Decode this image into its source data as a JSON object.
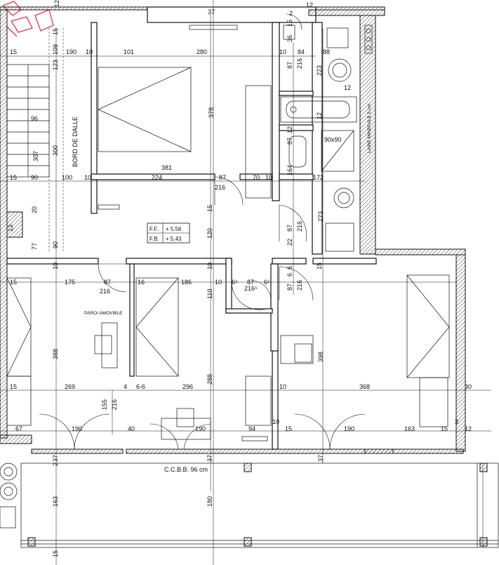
{
  "level_box": {
    "ff_label": "F.F.",
    "ff_value": "+ 5.56",
    "fb_label": "F.B.",
    "fb_value": "+ 5.43"
  },
  "labels": {
    "bord_de_dalle": "BORD DE DALLE",
    "laine_minerale": "LAINE MINERALE 5 cm",
    "parois_amovible": "PAROI AMOVIBLE",
    "ccbb": "C.C.B.B. 96 cm",
    "shower": "90x90"
  },
  "dims": {
    "d_top_12a": "12",
    "d_top_37": "37",
    "d_top_2": "2",
    "d_top_12b": "12",
    "d_15_left": "15",
    "d_109": "109",
    "d_123": "123",
    "d_15_a": "15",
    "d_190_top": "190",
    "d_10_a": "10",
    "d_101": "101",
    "d_280": "280",
    "d_10_b": "10",
    "d_84": "84",
    "d_88": "88",
    "d_36": "36",
    "d_15_b": "15",
    "d_87_a": "87",
    "d_216_a": "216",
    "d_223": "223",
    "d_12_c": "12",
    "d_12_d": "12",
    "d_96": "96",
    "d_307": "307",
    "d_300": "300",
    "d_378": "378",
    "d_381": "381",
    "d_87_b": "87",
    "d_12_e": "12",
    "d_15_c": "15",
    "d_90_a": "90",
    "d_100": "100",
    "d_10_c": "10",
    "d_224": "224",
    "d_87_c": "87",
    "d_216_b": "216",
    "d_70": "70",
    "d_10_d": "10",
    "d_164": "164",
    "d_172": "172",
    "d_20": "20",
    "d_15_d": "15",
    "d_87_d": "87",
    "d_216_c": "216",
    "d_273": "273",
    "d_13": "13",
    "d_77": "77",
    "d_90_b": "90",
    "d_120": "120",
    "d_22": "22",
    "d_10_e": "10",
    "d_10_f": "10",
    "d_6_a": "6",
    "d_15_e": "15",
    "d_15_f": "15",
    "d_175": "175",
    "d_87_e": "87",
    "d_216_d": "216",
    "d_16": "16",
    "d_186": "186",
    "d_10_g": "10",
    "d_65_a": "6⁵",
    "d_87_f": "87",
    "d_65_b": "6⁵",
    "d_216_e": "216⁵",
    "d_87_g": "87",
    "d_216_f": "216",
    "d_6_b": "6",
    "d_110": "110",
    "d_388": "388",
    "d_288": "288",
    "d_398": "398",
    "d_15_g": "15",
    "d_269": "269",
    "d_4": "4",
    "d_6_6": "6-6",
    "d_296": "296",
    "d_10_h": "10",
    "d_368": "368",
    "d_30": "30",
    "d_155": "155",
    "d_216_g": "216",
    "d_67": "67",
    "d_190_a": "190",
    "d_40": "40",
    "d_190_b": "190",
    "d_94": "94",
    "d_10_i": "10",
    "d_15_h": "15",
    "d_190_c": "190",
    "d_163_a": "163",
    "d_15_i": "15",
    "d_3": "3",
    "d_12_f": "12",
    "d_2": "2",
    "d_37_a": "37",
    "d_37_b": "37",
    "d_37_c": "37",
    "d_163_b": "163",
    "d_180": "180",
    "d_15_j": "15"
  },
  "colors": {
    "line": "#111111",
    "paper": "#ffffff",
    "stamp": "#e2354d"
  }
}
